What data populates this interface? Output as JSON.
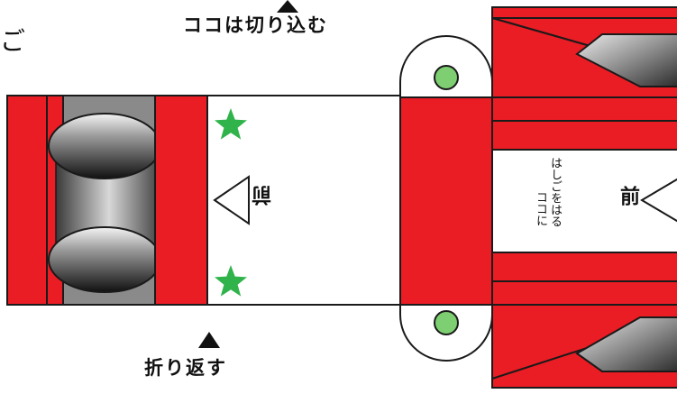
{
  "labels": {
    "top_corner_fragment": "ご",
    "cut_here": "ココは切り込む",
    "fold_back": "折り返す",
    "front_left": "前",
    "front_right": "前",
    "ladder_note_line1": "ココに",
    "ladder_note_line2": "はしごをはる"
  },
  "colors": {
    "red": "#ea1c24",
    "green": "#2fb34a",
    "dark_gray": "#6a6a6a",
    "mid_gray": "#9a9a9a",
    "stroke": "#1a1a1a",
    "paper": "#ffffff"
  },
  "icons": {
    "cut_marker": "triangle-up",
    "fold_marker": "triangle-up",
    "star": "star",
    "front_arrow": "triangle-left"
  }
}
